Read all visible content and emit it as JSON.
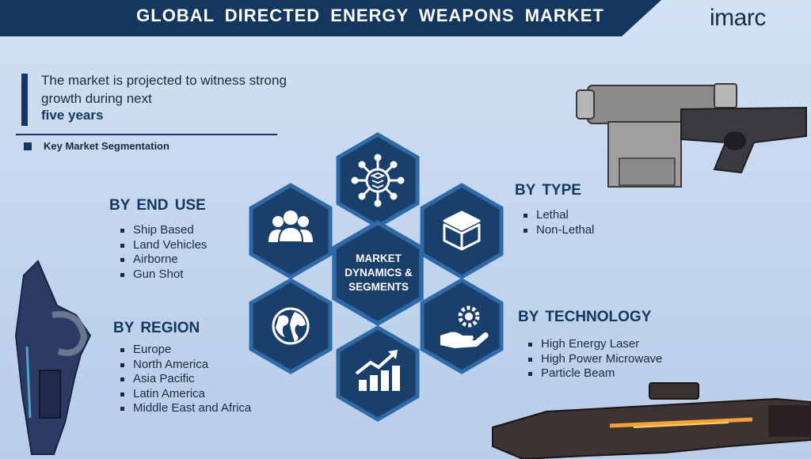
{
  "header": {
    "title": "GLOBAL DIRECTED ENERGY WEAPONS MARKET",
    "logo": "imarc"
  },
  "intro": {
    "lead": "The market is projected to witness strong growth during next",
    "lead_emphasis": "five years",
    "segmentation_label": "Key Market Segmentation"
  },
  "center_label": "MARKET DYNAMICS & SEGMENTS",
  "sections": {
    "end_use": {
      "title": "BY END USE",
      "items": [
        "Ship Based",
        "Land Vehicles",
        "Airborne",
        "Gun Shot"
      ]
    },
    "region": {
      "title": "BY REGION",
      "items": [
        "Europe",
        "North America",
        "Asia Pacific",
        "Latin America",
        "Middle East and Africa"
      ]
    },
    "type": {
      "title": "BY TYPE",
      "items": [
        "Lethal",
        "Non-Lethal"
      ]
    },
    "technology": {
      "title": "BY TECHNOLOGY",
      "items": [
        "High Energy Laser",
        "High Power Microwave",
        "Particle Beam"
      ]
    }
  },
  "icons": [
    "network-icon",
    "users-icon",
    "boxes-icon",
    "globe-icon",
    "hand-gear-icon",
    "growth-chart-icon"
  ],
  "colors": {
    "navy": "#14375f",
    "hex_fill": "#1b3f6b",
    "hex_border": "#2f6aa8",
    "background": "#c5d7ee"
  }
}
